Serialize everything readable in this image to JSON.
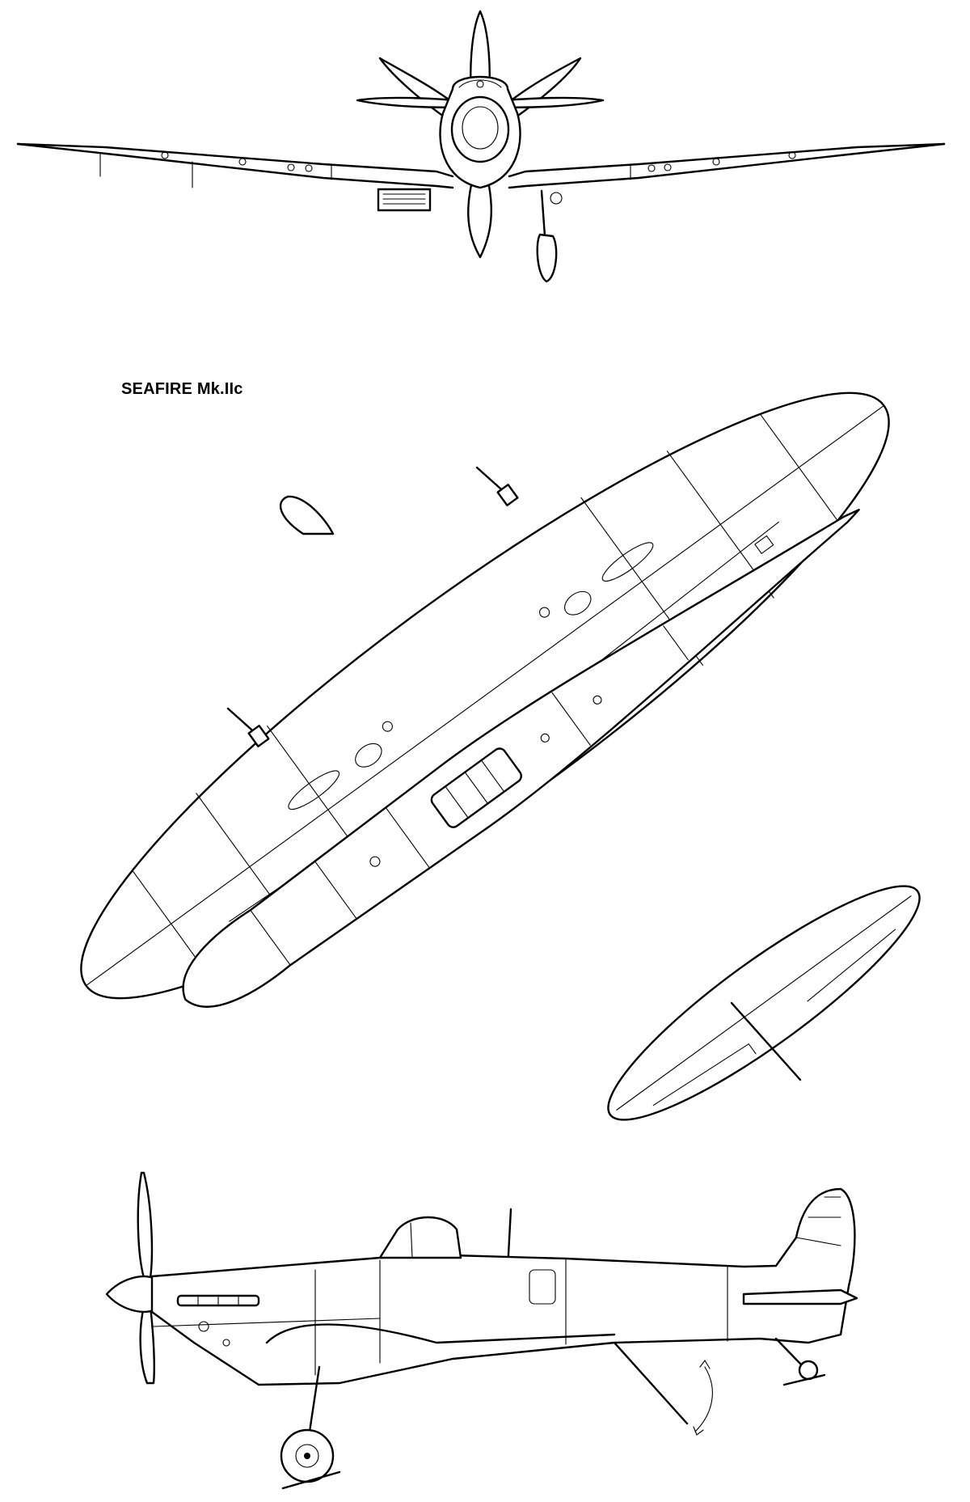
{
  "drawing": {
    "title": "SEAFIRE Mk.IIc",
    "line_color": "#000000",
    "background_color": "#ffffff",
    "views": [
      "front-view",
      "top-view",
      "side-view"
    ]
  }
}
